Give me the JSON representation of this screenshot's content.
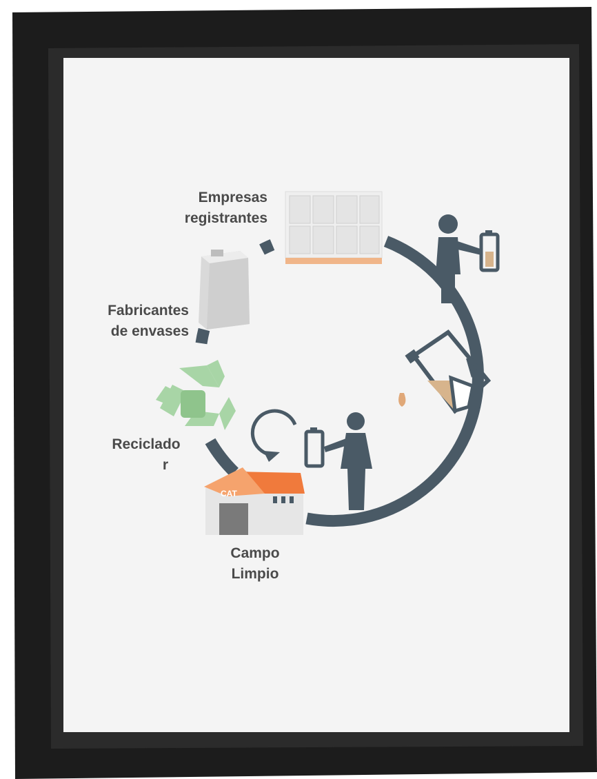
{
  "labels": {
    "empresas": [
      "Empresas",
      "registrantes"
    ],
    "fabricantes": [
      "Fabricantes",
      "de envases"
    ],
    "reciclador": [
      "Reciclado",
      "r"
    ],
    "campo": [
      "Campo",
      "Limpio"
    ]
  },
  "building_sign": "CAT",
  "colors": {
    "frame": "#1c1c1c",
    "mat": "#f4f4f4",
    "ring": "#4a5a66",
    "accent": "#f07a3c",
    "recycle": "#9ccf9a",
    "label": "#4a4a4a"
  },
  "icons": [
    "pallet-icon",
    "person-holding-jug-icon",
    "pouring-jug-icon",
    "person-returning-jug-icon",
    "return-arrow-icon",
    "warehouse-icon",
    "recycle-icon",
    "container-icon"
  ]
}
